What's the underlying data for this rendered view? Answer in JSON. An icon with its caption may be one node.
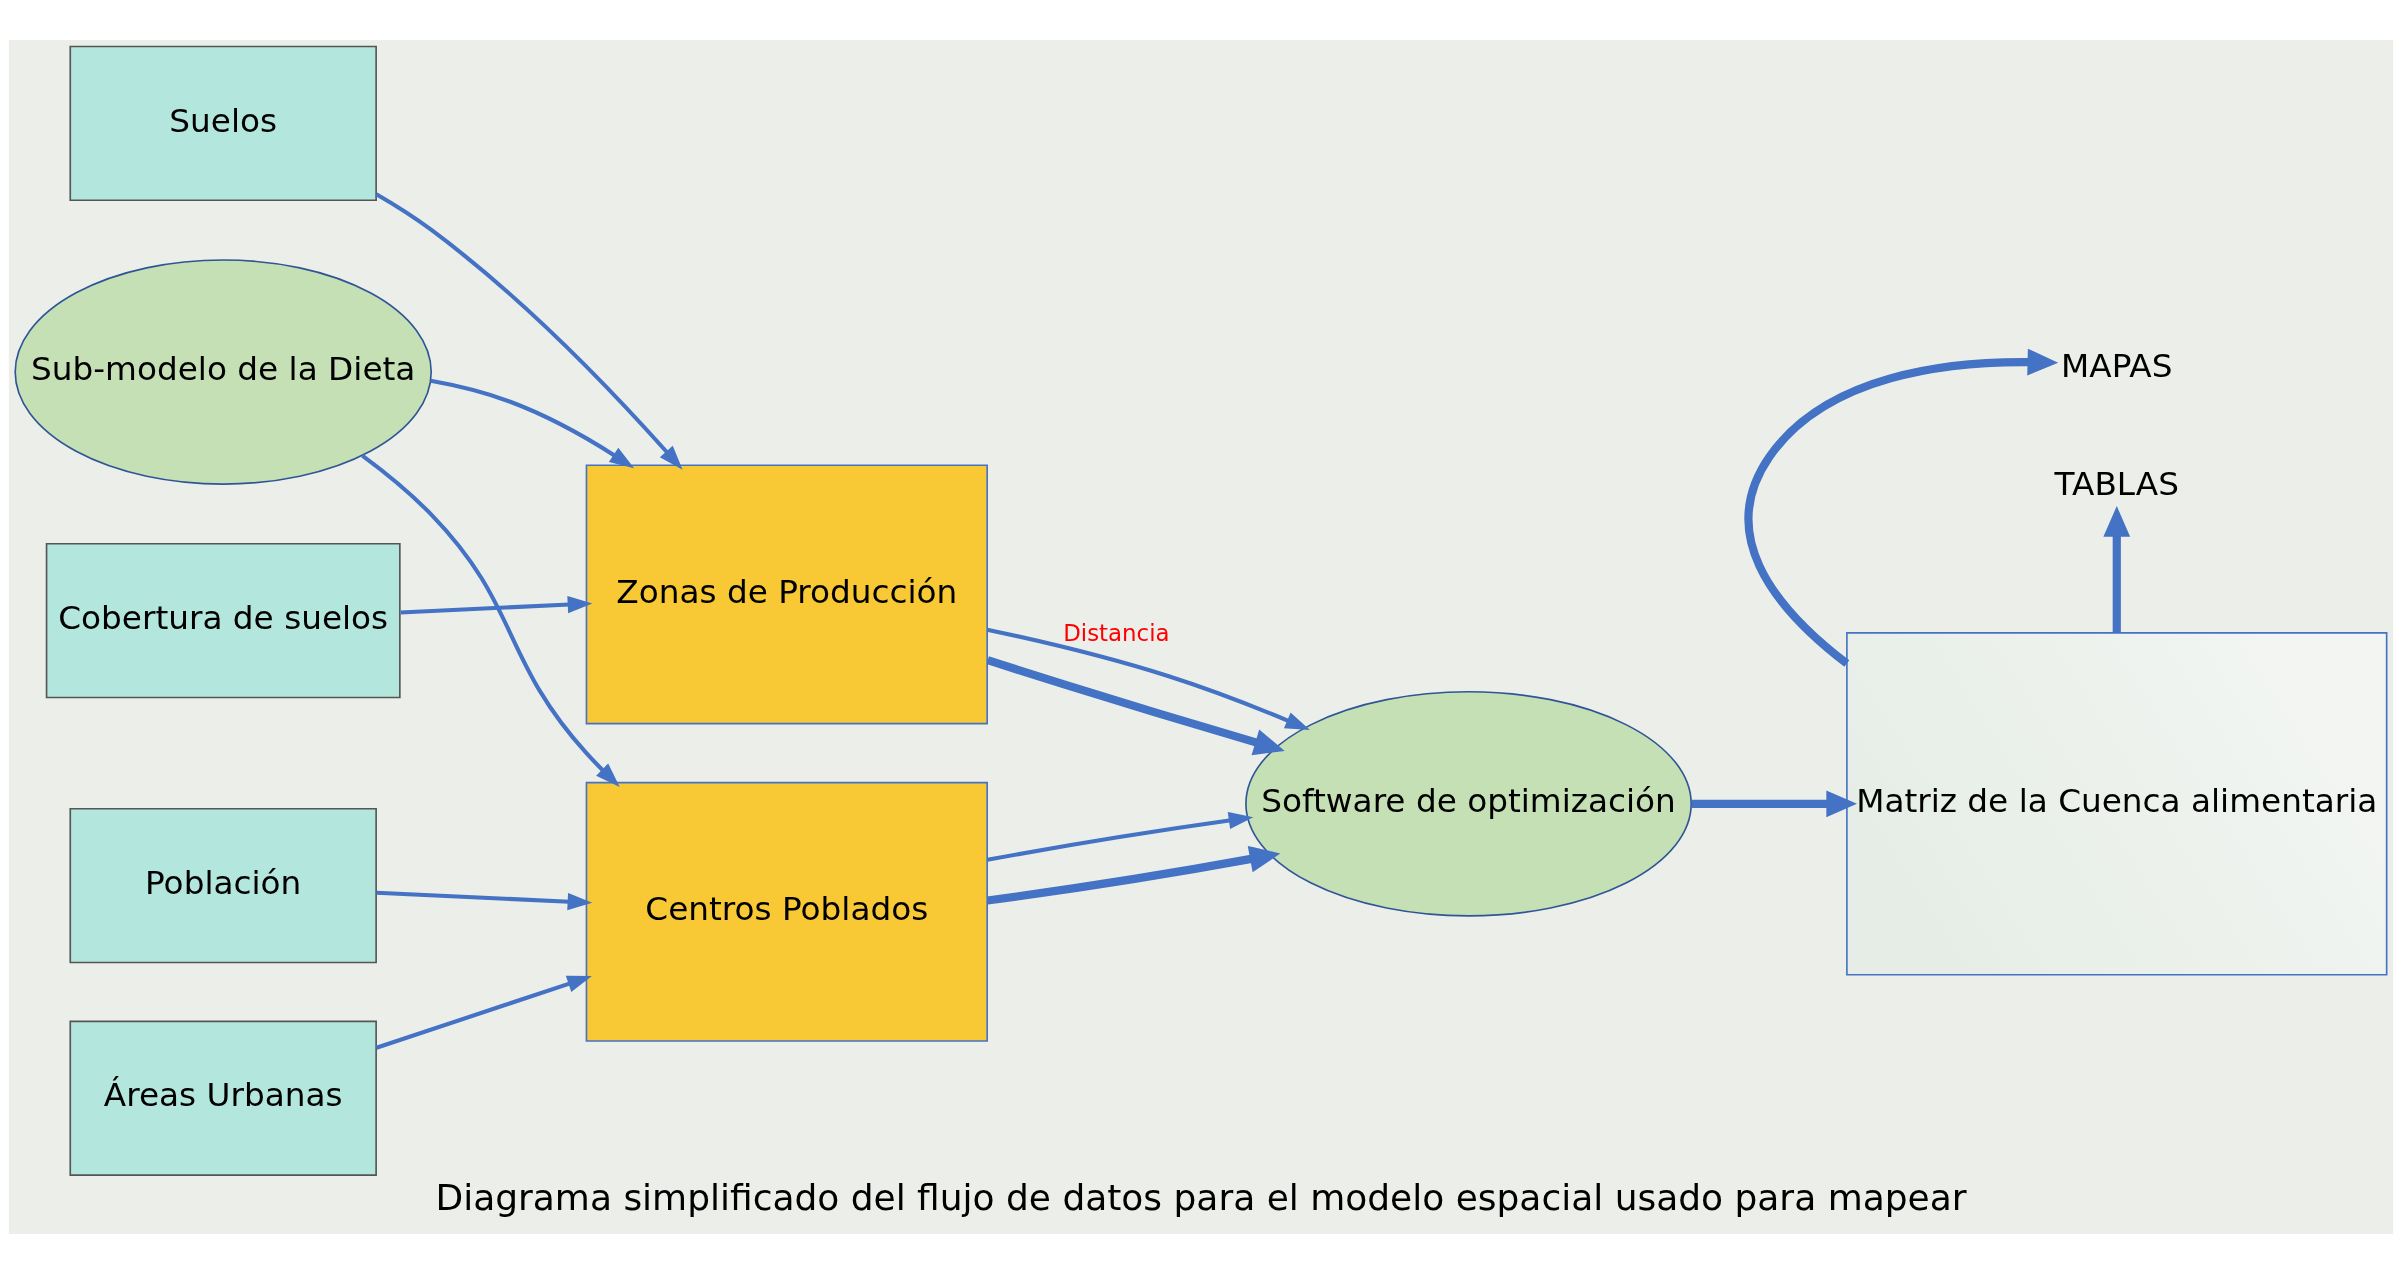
{
  "diagram": {
    "caption": "Diagrama simplificado del flujo de datos para el modelo espacial usado para mapear",
    "nodes": [
      {
        "text": [
          "Suelos"
        ]
      },
      {
        "text": [
          "Cobertura de suelos"
        ]
      },
      {
        "text": [
          "Zonas de Producción"
        ]
      },
      {
        "text": [
          "Sub-modelo de la Dieta"
        ]
      },
      {
        "text": [
          "Software de optimización"
        ]
      },
      {
        "text": [
          "Matriz de la Cuenca alimentaria"
        ]
      },
      {
        "text": [
          "TABLAS"
        ]
      },
      {
        "text": [
          "Áreas Urbanas"
        ]
      },
      {
        "text": [
          "Centros Poblados"
        ]
      },
      {
        "text": [
          "Población"
        ]
      },
      {
        "text": [
          "MAPAS"
        ]
      }
    ],
    "edges": [
      {
        "from": 0,
        "to": 2,
        "arrow": "to"
      },
      {
        "from": 1,
        "to": 2,
        "arrow": "to"
      },
      {
        "from": 3,
        "to": 2,
        "arrow": "to"
      },
      {
        "from": 3,
        "to": 8,
        "arrow": "to"
      },
      {
        "from": 2,
        "to": 4,
        "arrow": "to",
        "style": "thick"
      },
      {
        "from": 8,
        "to": 4,
        "arrow": "to",
        "style": "thick"
      },
      {
        "from": 2,
        "to": 4,
        "arrow": "to",
        "label": "Distancia"
      },
      {
        "from": 8,
        "to": 4,
        "arrow": "to"
      },
      {
        "from": 4,
        "to": 5,
        "arrow": "to",
        "style": "thick"
      },
      {
        "from": 5,
        "to": 6,
        "arrow": "to",
        "style": "thick"
      },
      {
        "from": 5,
        "to": 10,
        "arrow": "to",
        "style": "thick"
      },
      {
        "from": 7,
        "to": 8,
        "arrow": "to"
      },
      {
        "from": 9,
        "to": 8,
        "arrow": "to"
      }
    ]
  }
}
